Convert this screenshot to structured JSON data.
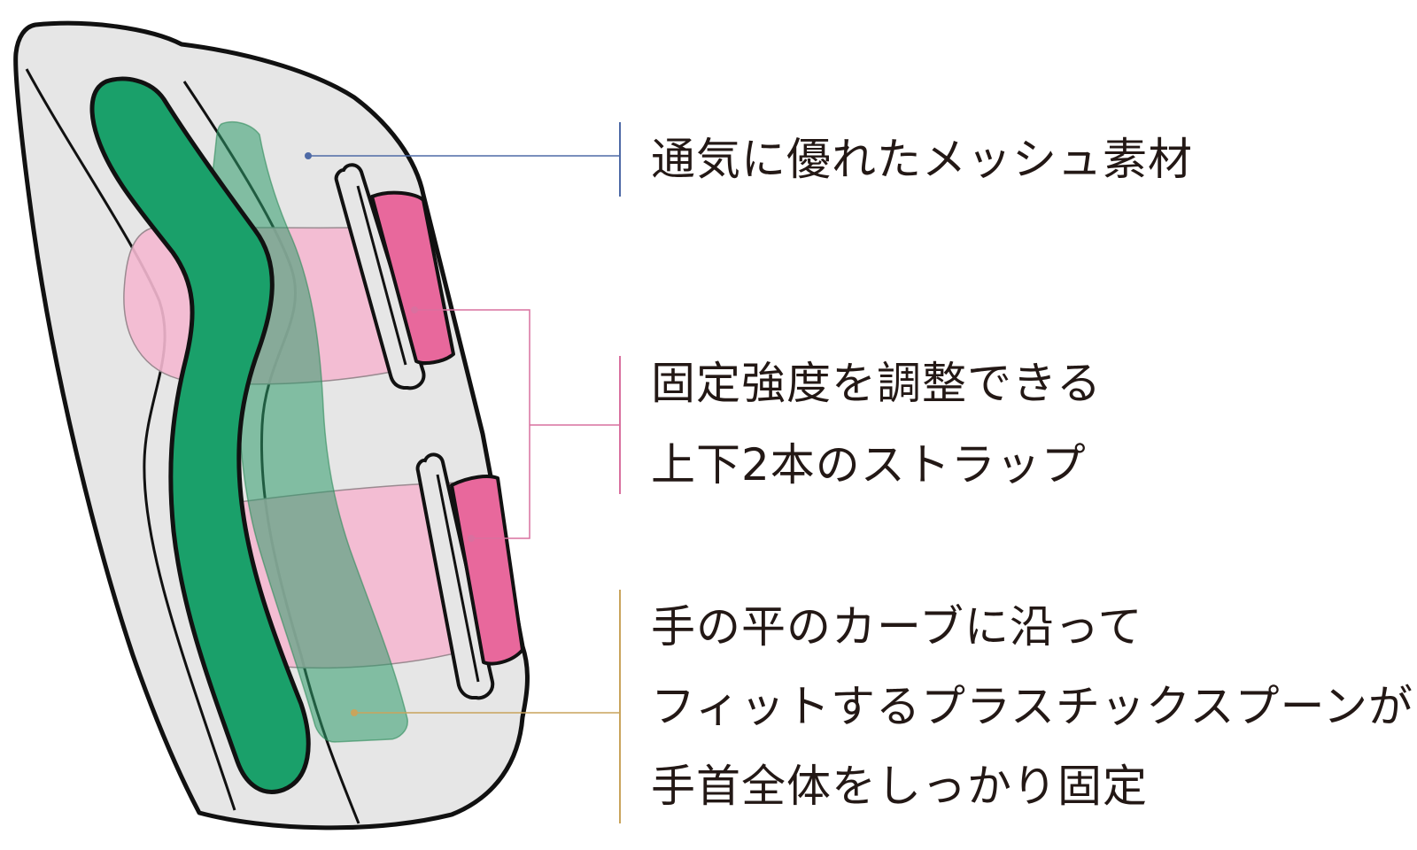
{
  "labels": {
    "mesh": {
      "line1": "通気に優れたメッシュ素材"
    },
    "strap": {
      "line1": "固定強度を調整できる",
      "line2": "上下2本のストラップ"
    },
    "spoon": {
      "line1": "手の平のカーブに沿って",
      "line2": "フィットするプラスチックスプーンが",
      "line3": "手首全体をしっかり固定"
    }
  },
  "colors": {
    "mesh_leader": "#4e6aa6",
    "strap_leader": "#d9709f",
    "spoon_leader": "#c9a45c",
    "brace_body": "#e6e6e6",
    "outline": "#111111",
    "green_spoon": "#1aa06a",
    "green_spoon_translucent": "#2e9a6a",
    "strap_band": "#f4b8d0",
    "strap_buckle": "#e8689c",
    "text": "#231815"
  }
}
